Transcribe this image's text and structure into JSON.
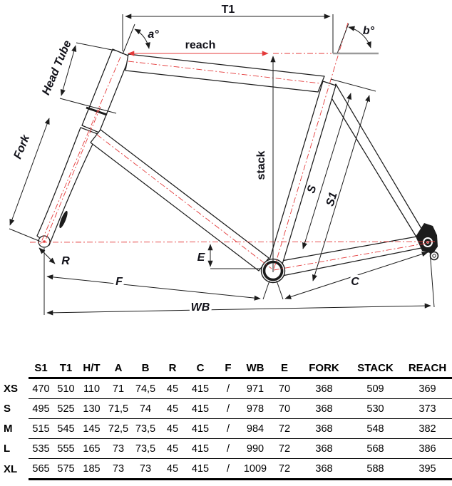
{
  "diagram": {
    "labels": {
      "t1": "T1",
      "a_angle": "a°",
      "b_angle": "b°",
      "reach": "reach",
      "stack": "stack",
      "head_tube": "Head Tube",
      "fork": "Fork",
      "s": "S",
      "s1": "S1",
      "r": "R",
      "e": "E",
      "f": "F",
      "c": "C",
      "wb": "WB"
    },
    "colors": {
      "line": "#1c1c1c",
      "centerline_red": "#e43b3b",
      "seatline_gray": "#9a9a9a"
    }
  },
  "table": {
    "headers": [
      "S1",
      "T1",
      "H/T",
      "A",
      "B",
      "R",
      "C",
      "F",
      "WB",
      "E",
      "FORK",
      "STACK",
      "REACH"
    ],
    "rows": [
      {
        "label": "XS",
        "values": [
          "470",
          "510",
          "110",
          "71",
          "74,5",
          "45",
          "415",
          "/",
          "971",
          "70",
          "368",
          "509",
          "369"
        ]
      },
      {
        "label": "S",
        "values": [
          "495",
          "525",
          "130",
          "71,5",
          "74",
          "45",
          "415",
          "/",
          "978",
          "70",
          "368",
          "530",
          "373"
        ]
      },
      {
        "label": "M",
        "values": [
          "515",
          "545",
          "145",
          "72,5",
          "73,5",
          "45",
          "415",
          "/",
          "984",
          "72",
          "368",
          "548",
          "382"
        ]
      },
      {
        "label": "L",
        "values": [
          "535",
          "555",
          "165",
          "73",
          "73,5",
          "45",
          "415",
          "/",
          "990",
          "72",
          "368",
          "568",
          "386"
        ]
      },
      {
        "label": "XL",
        "values": [
          "565",
          "575",
          "185",
          "73",
          "73",
          "45",
          "415",
          "/",
          "1009",
          "72",
          "368",
          "588",
          "395"
        ]
      }
    ]
  }
}
